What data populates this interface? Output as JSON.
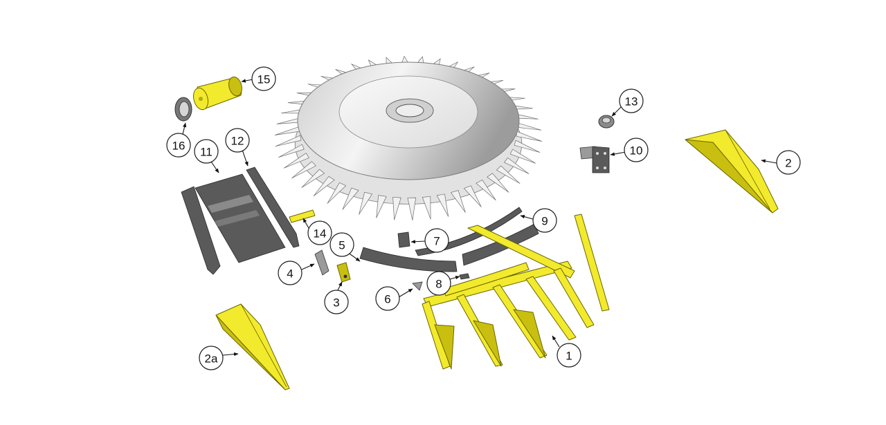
{
  "callouts": {
    "c1": "1",
    "c2": "2",
    "c2a": "2a",
    "c3": "3",
    "c4": "4",
    "c5": "5",
    "c6": "6",
    "c7": "7",
    "c8": "8",
    "c9": "9",
    "c10": "10",
    "c11": "11",
    "c12": "12",
    "c13": "13",
    "c14": "14",
    "c15": "15",
    "c16": "16"
  },
  "colors": {
    "part_yellow": "#f2ea2c",
    "steel_dark": "#5a5a5a",
    "drum_silver": "#e6e6e6"
  }
}
